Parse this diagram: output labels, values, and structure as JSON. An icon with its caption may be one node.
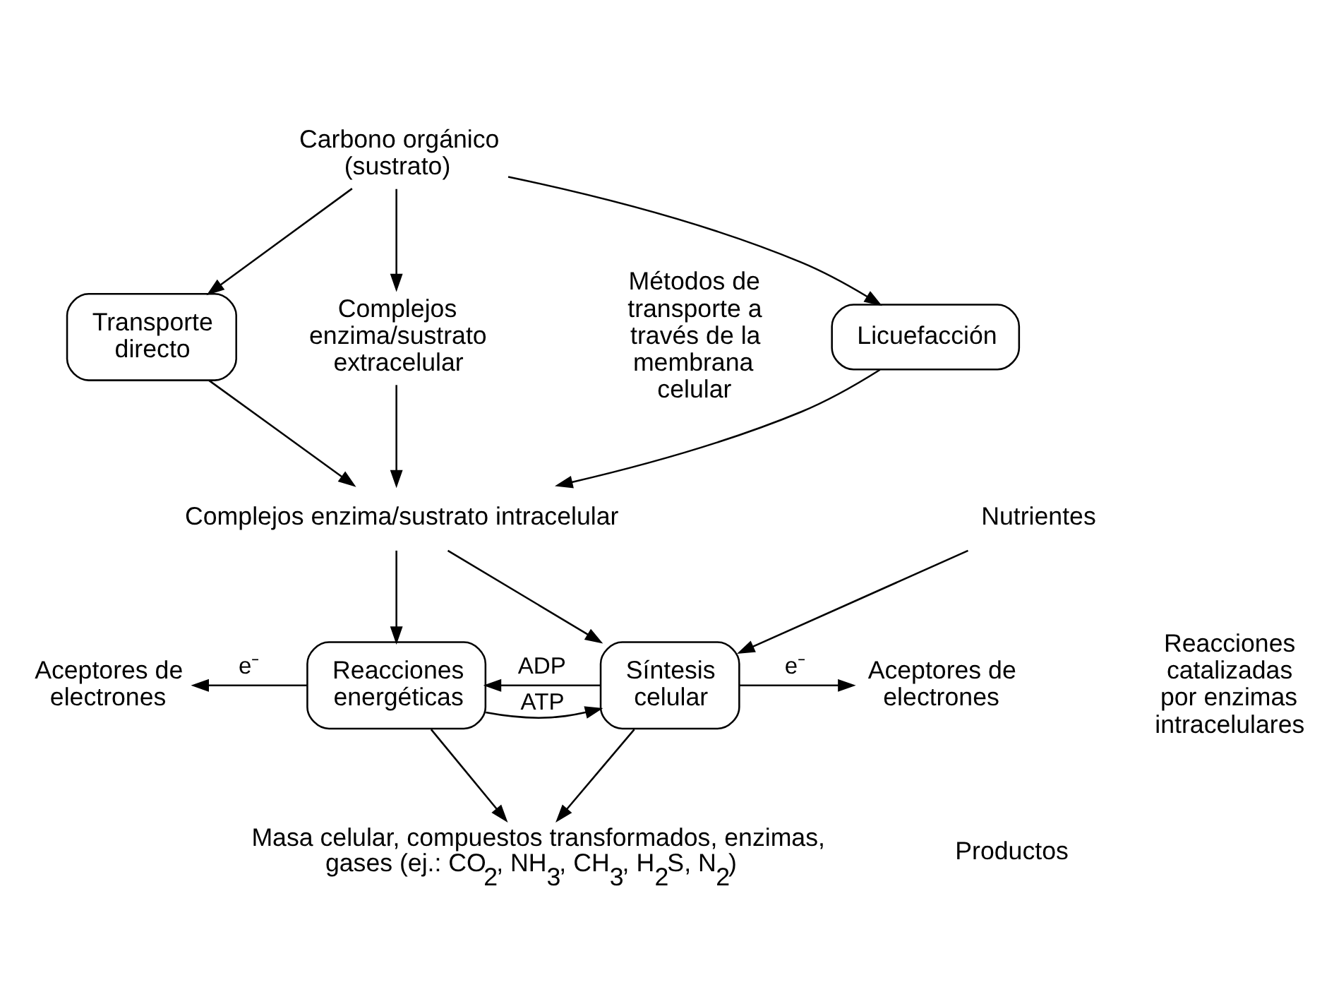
{
  "diagram": {
    "nodes": [
      {
        "text": [
          "Carbono orgánico (sustrato)"
        ]
      },
      {
        "text": [
          "Transporte directo"
        ]
      },
      {
        "text": [
          "Complejos enzima/sustrato extracelular"
        ]
      },
      {
        "text": [
          "Licuefacción"
        ]
      },
      {
        "text": [
          "Complejos enzima/sustrato intracelular"
        ]
      },
      {
        "text": [
          "Reacciones energéticas"
        ]
      },
      {
        "text": [
          "Síntesis celular"
        ]
      },
      {
        "text": [
          "Aceptores de electrones"
        ]
      },
      {
        "text": [
          "Aceptores de electrones"
        ]
      },
      {
        "text": [
          "Nutrientes"
        ]
      },
      {
        "text": [
          "Masa celular, compuestos transformados, enzimas, gases (ej.: CO$_{2}$, NH$_{3}$, CH$_{3}$, H$_{2}$S, N$_{2}$)"
        ]
      }
    ],
    "edges": [
      {
        "from": 0,
        "to": 1,
        "arrow": "to"
      },
      {
        "from": 0,
        "to": 2,
        "arrow": "to"
      },
      {
        "from": 0,
        "to": 3,
        "arrow": "to"
      },
      {
        "from": 1,
        "to": 4,
        "arrow": "to"
      },
      {
        "from": 2,
        "to": 4,
        "arrow": "to"
      },
      {
        "from": 3,
        "to": 4,
        "arrow": "to"
      },
      {
        "from": 4,
        "to": 5,
        "arrow": "to"
      },
      {
        "from": 4,
        "to": 6,
        "arrow": "to"
      },
      {
        "from": 5,
        "to": 7,
        "arrow": "to",
        "label": "e⁻"
      },
      {
        "from": 5,
        "to": 6,
        "arrow": "to",
        "label": "ATP"
      },
      {
        "from": 6,
        "to": 5,
        "arrow": "to",
        "label": "ADP"
      },
      {
        "from": 6,
        "to": 8,
        "arrow": "to",
        "label": "e⁻"
      },
      {
        "from": 9,
        "to": 6,
        "arrow": "to"
      },
      {
        "from": 5,
        "to": 10,
        "arrow": "to"
      },
      {
        "from": 6,
        "to": 10,
        "arrow": "to"
      }
    ],
    "labels": [
      "Métodos de transporte a través de la membrana celular",
      "Reacciones catalizadas por enzimas intracelulares",
      "Productos"
    ]
  }
}
